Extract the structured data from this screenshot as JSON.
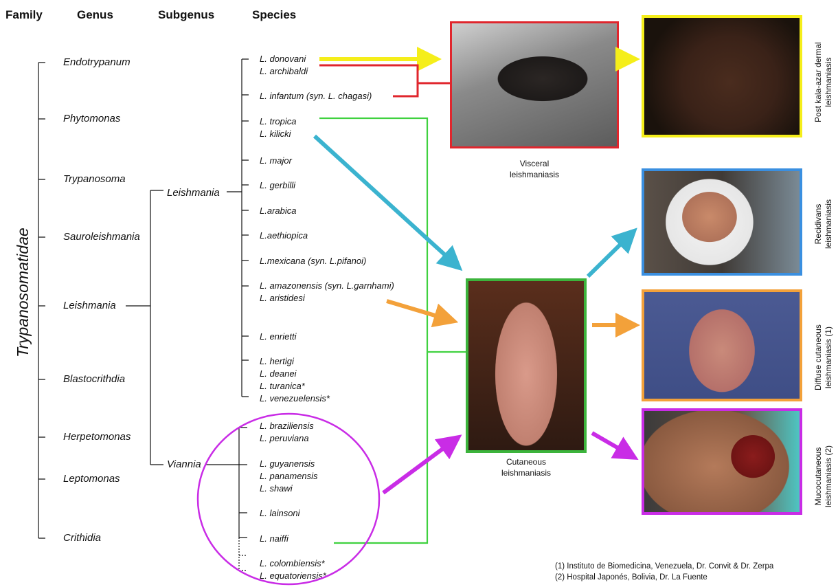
{
  "headers": {
    "family": "Family",
    "genus": "Genus",
    "subgenus": "Subgenus",
    "species": "Species"
  },
  "family": "Trypanosomatidae",
  "genera": [
    "Endotrypanum",
    "Phytomonas",
    "Trypanosoma",
    "Sauroleishmania",
    "Leishmania",
    "Blastocrithdia",
    "Herpetomonas",
    "Leptomonas",
    "Crithidia"
  ],
  "subgenera": [
    "Leishmania",
    "Viannia"
  ],
  "species_leishmania": [
    "L. donovani",
    "L. archibaldi",
    "L. infantum (syn. L. chagasi)",
    "L. tropica",
    "L. kilicki",
    "L. major",
    "L. gerbilli",
    "L.arabica",
    "L.aethiopica",
    "L.mexicana (syn. L.pifanoi)",
    "L. amazonensis (syn. L.garnhami)",
    "L. aristidesi",
    "L. enrietti",
    "L. hertigi",
    "L. deanei",
    "L. turanica*",
    "L. venezuelensis*"
  ],
  "species_viannia": [
    "L. braziliensis",
    "L. peruviana",
    "L. guyanensis",
    "L. panamensis",
    "L. shawi",
    "L. lainsoni",
    "L. naiffi",
    "L. colombiensis*",
    "L. equatoriensis*"
  ],
  "captions": {
    "visceral_1": "Visceral",
    "visceral_2": "leishmaniasis",
    "cutaneous_1": "Cutaneous",
    "cutaneous_2": "leishmaniasis"
  },
  "side_labels": {
    "pkdl_1": "Post kala-azar dermal",
    "pkdl_2": "leishmaniasis",
    "recidivans_1": "Recidivans",
    "recidivans_2": "leishmaniasis",
    "diffuse_1": "Diffuse cutaneous",
    "diffuse_2": "leishmaniasis (1)",
    "muco_1": "Mucocutaneous",
    "muco_2": "leishmaniasis (2)"
  },
  "footnotes": [
    "(1) Instituto de Biomedicina, Venezuela, Dr.  Convit & Dr. Zerpa",
    "(2) Hospital Japonés, Bolivia, Dr. La Fuente"
  ],
  "colors": {
    "yellow": "#f5ee1a",
    "red": "#e0262d",
    "green": "#3fd13f",
    "cyan": "#3bb3cf",
    "orange": "#f3a13a",
    "purple": "#c92ce6",
    "blue_frame": "#3a8fe0"
  }
}
